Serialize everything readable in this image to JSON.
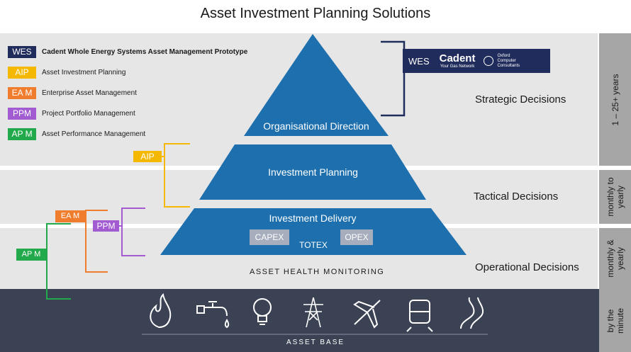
{
  "title": "Asset Investment Planning Solutions",
  "legend": [
    {
      "abbr": "WES",
      "label": "Cadent Whole Energy Systems Asset Management Prototype",
      "color": "#1f2c5c",
      "bold": true
    },
    {
      "abbr": "AIP",
      "label": "Asset Investment Planning",
      "color": "#f5b800"
    },
    {
      "abbr": "EA M",
      "label": "Enterprise Asset Management",
      "color": "#ef7d2d"
    },
    {
      "abbr": "PPM",
      "label": "Project Portfolio Management",
      "color": "#a25bd0"
    },
    {
      "abbr": "AP M",
      "label": "Asset Performance Management",
      "color": "#22a94b"
    }
  ],
  "pyramid": {
    "top": "Organisational Direction",
    "middle": "Investment Planning",
    "bottom": "Investment Delivery",
    "capex": "CAPEX",
    "totex": "TOTEX",
    "opex": "OPEX",
    "color": "#1d6fae"
  },
  "decisions": {
    "strategic": "Strategic Decisions",
    "tactical": "Tactical Decisions",
    "operational": "Operational Decisions"
  },
  "timescales": {
    "strategic": "1 – 25+ years",
    "tactical_line1": "monthly to",
    "tactical_line2": "yearly",
    "operational_line1": "monthly &",
    "operational_line2": "yearly",
    "base_line1": "by the",
    "base_line2": "minute"
  },
  "tags": {
    "aip": "AIP",
    "eam": "EA M",
    "ppm": "PPM",
    "apm": "AP M"
  },
  "wes_banner": {
    "abbr": "WES",
    "brand": "Cadent",
    "brand_tagline": "Your Gas Network",
    "partner_line1": "Oxford",
    "partner_line2": "Computer",
    "partner_line3": "Consultants"
  },
  "asset_health": "ASSET HEALTH MONITORING",
  "asset_base": "ASSET BASE",
  "asset_icons": [
    "flame-icon",
    "tap-icon",
    "lightbulb-icon",
    "pylon-icon",
    "airplane-icon",
    "train-icon",
    "road-icon"
  ]
}
